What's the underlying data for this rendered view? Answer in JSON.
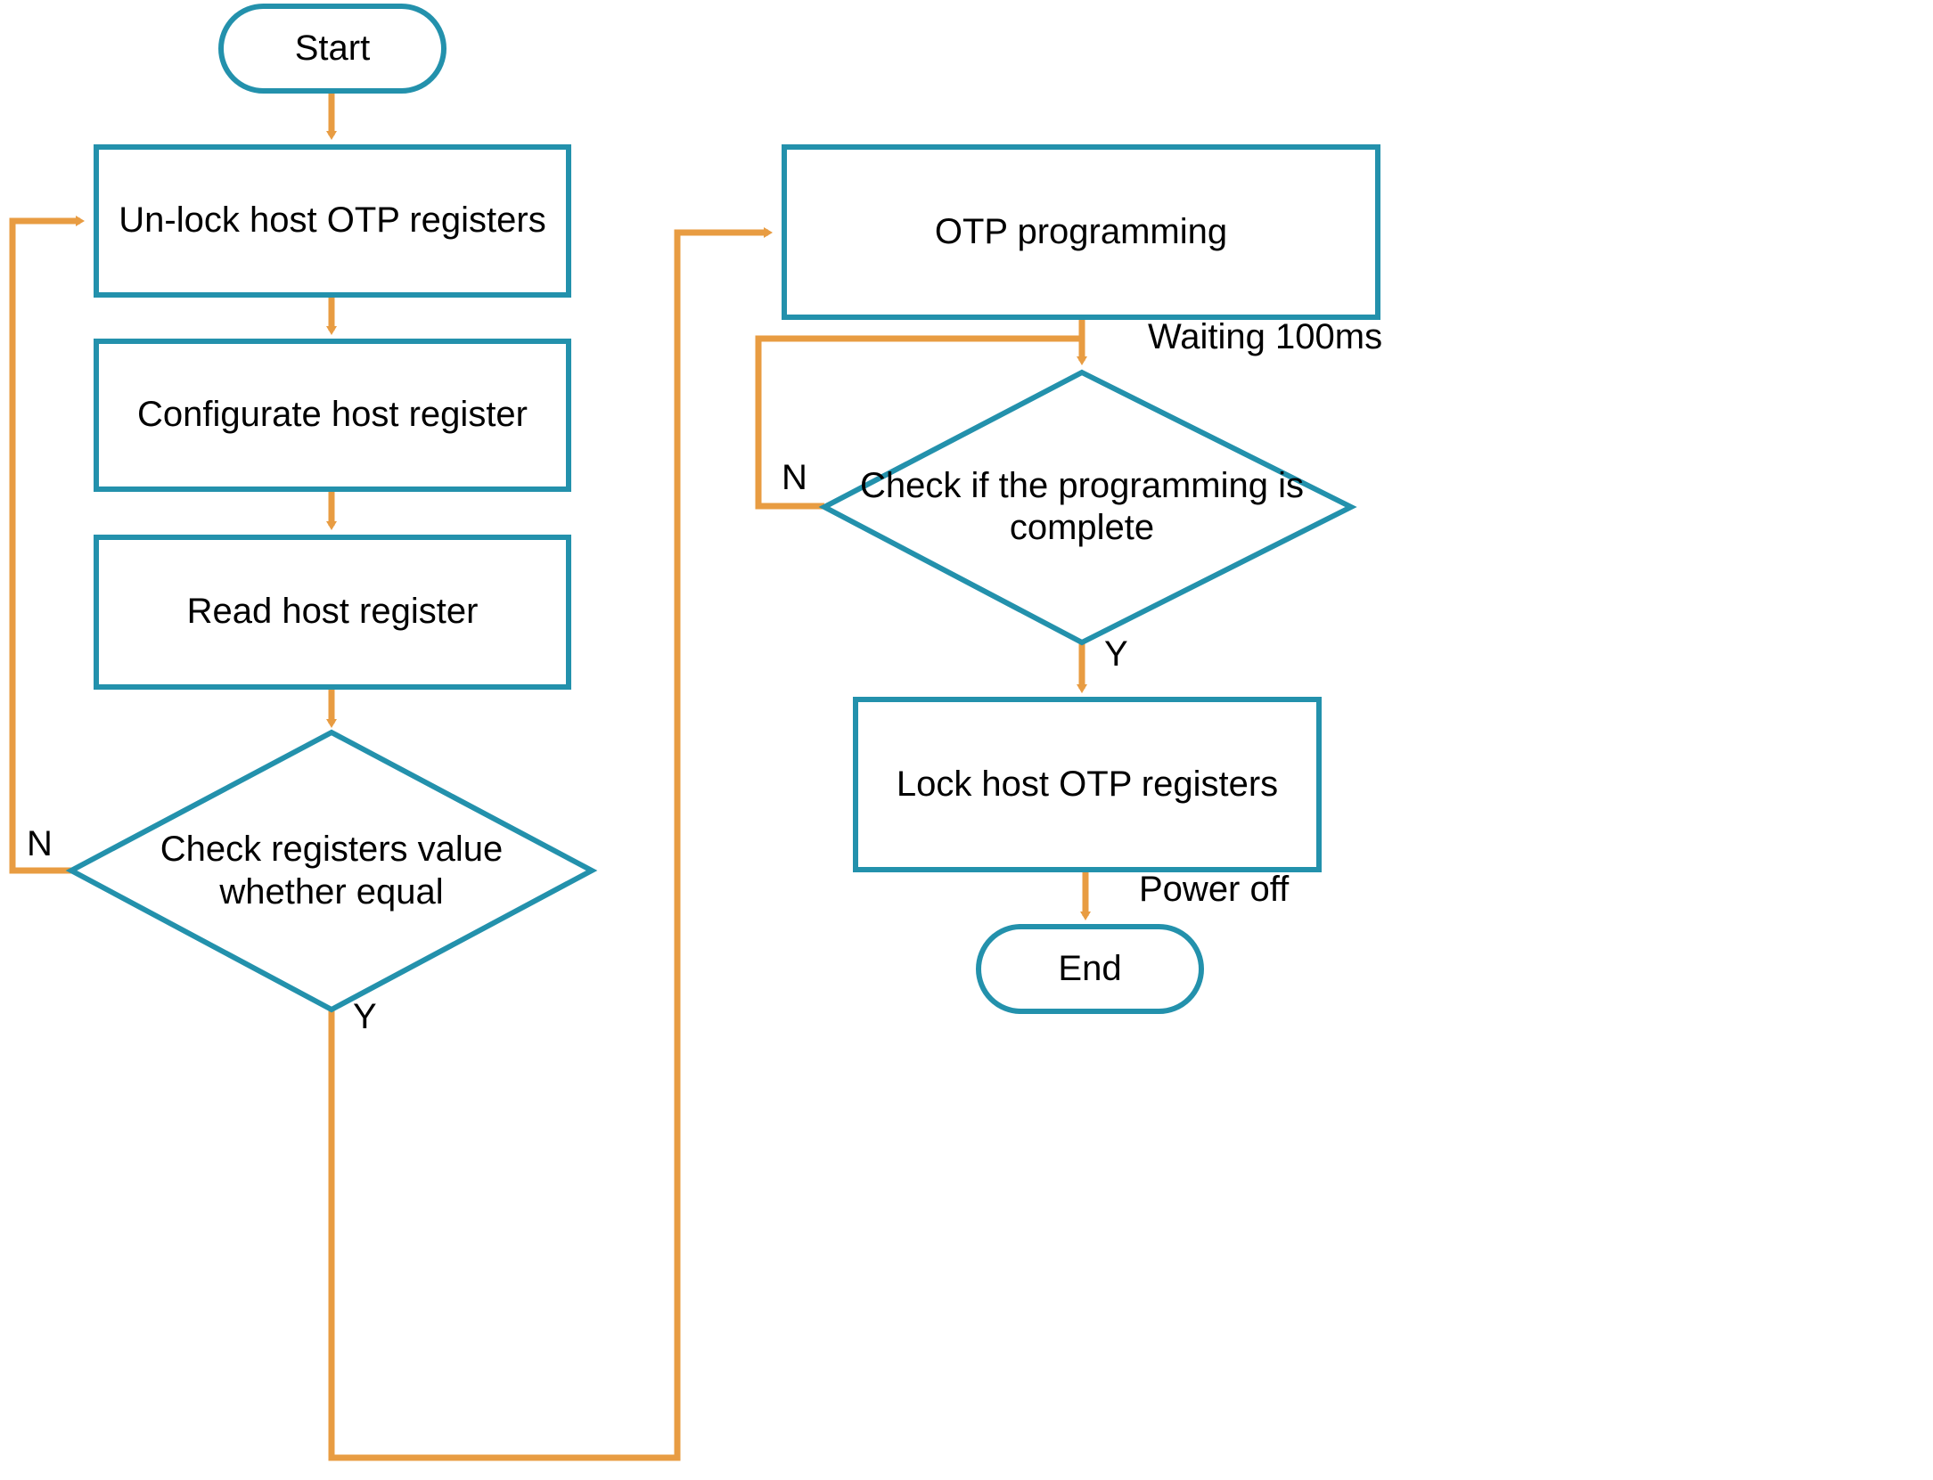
{
  "diagram": {
    "title": "Host OTP programming flowchart",
    "colors": {
      "node_stroke": "#2391ac",
      "edge_stroke": "#e89c42",
      "node_fill": "#ffffff",
      "text": "#000000",
      "background": "#ffffff"
    },
    "nodes": [
      {
        "id": "start",
        "shape": "terminator",
        "label": "Start"
      },
      {
        "id": "unlock",
        "shape": "process",
        "label": "Un-lock host OTP registers"
      },
      {
        "id": "configurate",
        "shape": "process",
        "label": "Configurate host register"
      },
      {
        "id": "read",
        "shape": "process",
        "label": "Read host register"
      },
      {
        "id": "check_equal",
        "shape": "decision",
        "label": "Check registers value\nwhether equal"
      },
      {
        "id": "otp_program",
        "shape": "process",
        "label": "OTP programming"
      },
      {
        "id": "check_done",
        "shape": "decision",
        "label": "Check if the programming is\ncomplete"
      },
      {
        "id": "lock",
        "shape": "process",
        "label": "Lock host OTP registers"
      },
      {
        "id": "end",
        "shape": "terminator",
        "label": "End"
      }
    ],
    "edge_labels": [
      {
        "id": "check-equal-no",
        "text": "N"
      },
      {
        "id": "check-equal-yes",
        "text": "Y"
      },
      {
        "id": "waiting-100ms",
        "text": "Waiting 100ms"
      },
      {
        "id": "check-done-no",
        "text": "N"
      },
      {
        "id": "check-done-yes",
        "text": "Y"
      },
      {
        "id": "power-off",
        "text": "Power off"
      }
    ]
  }
}
